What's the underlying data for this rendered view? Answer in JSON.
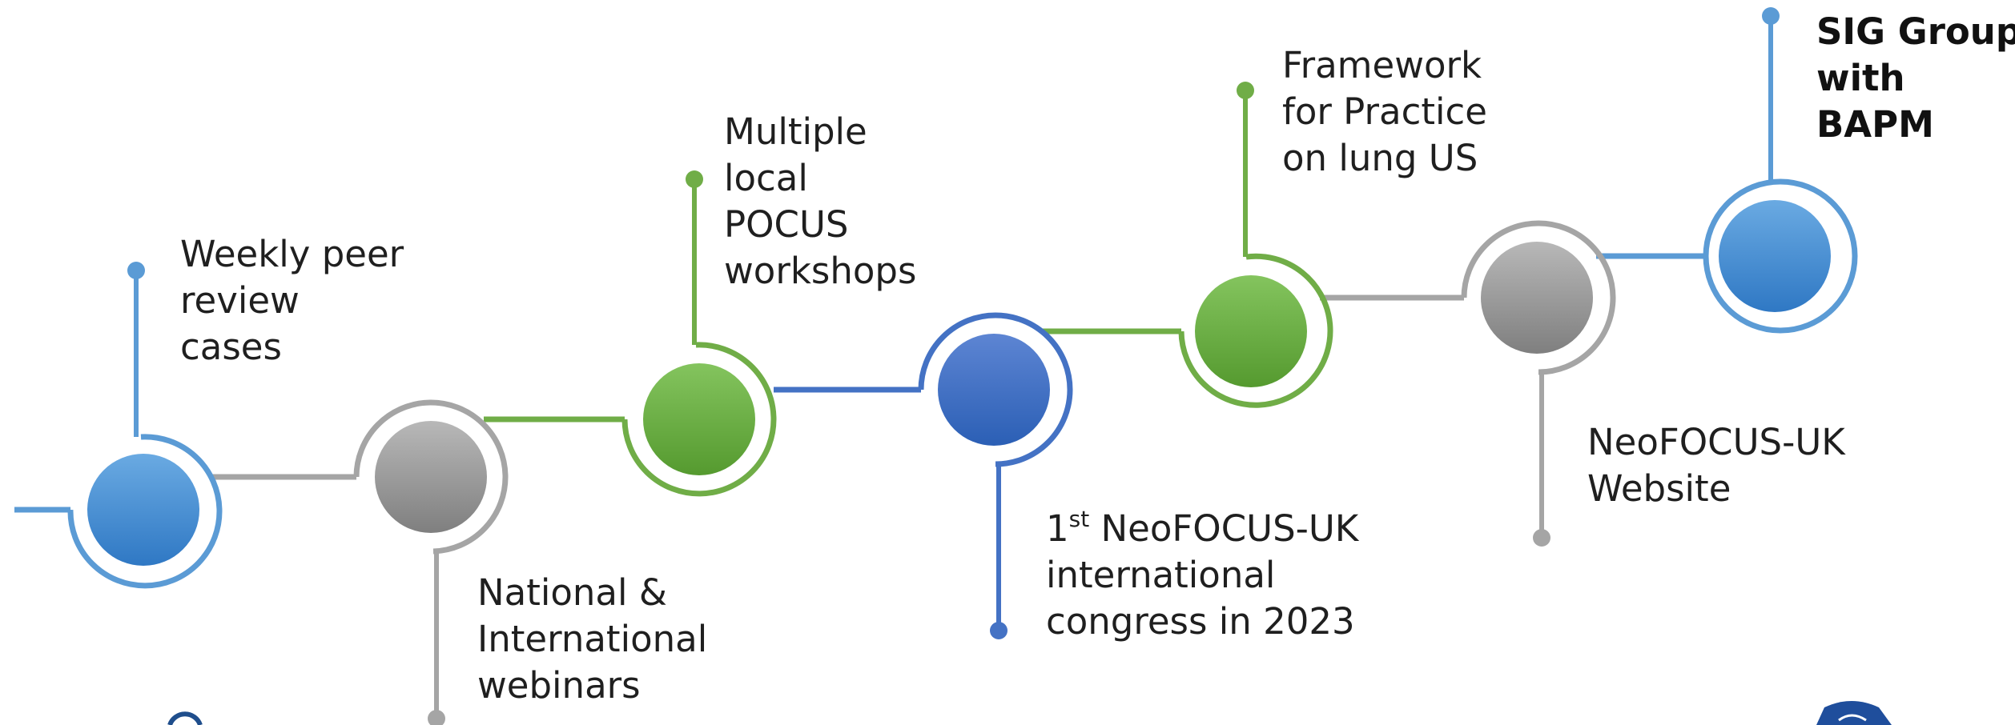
{
  "colors": {
    "blue_light": "#5b9bd5",
    "blue_dark": "#4472c4",
    "grey": "#a5a5a5",
    "green": "#70ad47"
  },
  "milestones": [
    {
      "id": "weekly-peer-review",
      "color": "blue_light",
      "lines": [
        "Weekly peer",
        "review",
        "cases"
      ]
    },
    {
      "id": "webinars",
      "color": "grey",
      "lines": [
        "National &",
        "International",
        "webinars"
      ]
    },
    {
      "id": "local-workshops",
      "color": "green",
      "lines": [
        "Multiple",
        "local",
        "POCUS",
        "workshops"
      ]
    },
    {
      "id": "congress",
      "color": "blue_dark",
      "line1_prefix": "1",
      "line1_sup": "st",
      "line1_rest": " NeoFOCUS-UK",
      "lines": [
        "international",
        "congress in 2023"
      ]
    },
    {
      "id": "framework",
      "color": "green",
      "lines": [
        "Framework",
        "for Practice",
        "on lung US"
      ]
    },
    {
      "id": "website",
      "color": "grey",
      "lines": [
        "NeoFOCUS-UK",
        "Website"
      ]
    },
    {
      "id": "sig-group",
      "color": "blue_light",
      "lines": [
        "SIG Group",
        "with",
        "BAPM"
      ]
    }
  ]
}
